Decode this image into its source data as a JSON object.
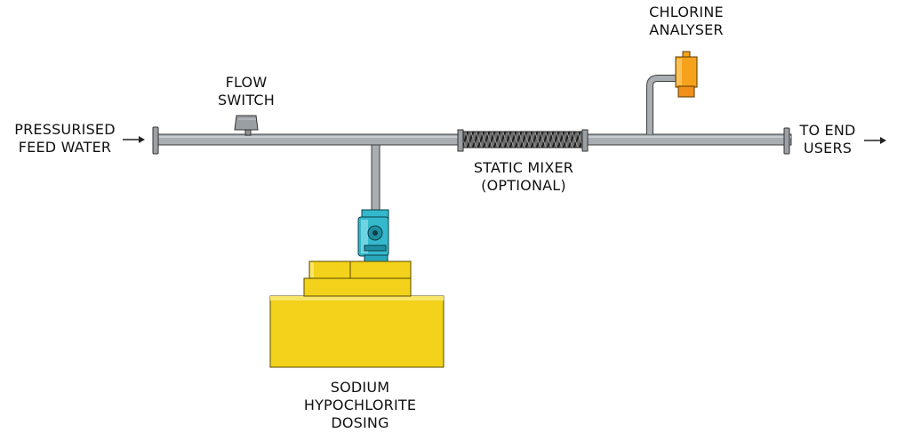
{
  "labels": {
    "feed_water": [
      "PRESSURISED",
      "FEED WATER"
    ],
    "flow_switch": [
      "FLOW",
      "SWITCH"
    ],
    "chlorine_analyser": [
      "CHLORINE",
      "ANALYSER"
    ],
    "end_users": [
      "TO END",
      "USERS"
    ],
    "static_mixer": [
      "STATIC MIXER",
      "(OPTIONAL)"
    ],
    "dosing": [
      "SODIUM",
      "HYPOCHLORITE",
      "DOSING"
    ]
  },
  "colors": {
    "pipe": "#a9aeb3",
    "pipe_outline": "#3c3c3c",
    "tank": "#f2d21a",
    "tank_outline": "#5a4a00",
    "pump": "#34b8cc",
    "analyser": "#f7a21c",
    "mixer": "#555555",
    "arrow": "#222222"
  }
}
